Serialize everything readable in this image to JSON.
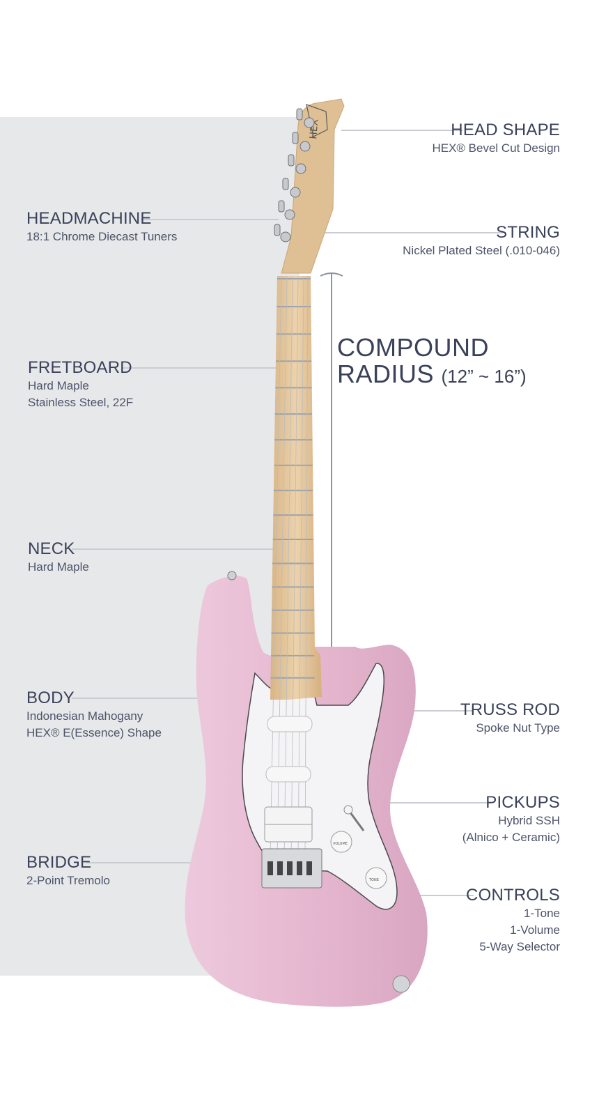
{
  "specs": {
    "head_shape": {
      "title": "HEAD SHAPE",
      "lines": [
        "HEX® Bevel Cut Design"
      ]
    },
    "headmachine": {
      "title": "HEADMACHINE",
      "lines": [
        "18:1 Chrome Diecast Tuners"
      ]
    },
    "string": {
      "title": "STRING",
      "lines": [
        "Nickel Plated Steel (.010-046)"
      ]
    },
    "fretboard": {
      "title": "FRETBOARD",
      "lines": [
        "Hard Maple",
        "Stainless Steel, 22F"
      ]
    },
    "neck": {
      "title": "NECK",
      "lines": [
        "Hard Maple"
      ]
    },
    "body": {
      "title": "BODY",
      "lines": [
        "Indonesian Mahogany",
        "HEX® E(Essence) Shape"
      ]
    },
    "truss_rod": {
      "title": "TRUSS ROD",
      "lines": [
        "Spoke Nut Type"
      ]
    },
    "pickups": {
      "title": "PICKUPS",
      "lines": [
        "Hybrid SSH",
        "(Alnico + Ceramic)"
      ]
    },
    "bridge": {
      "title": "BRIDGE",
      "lines": [
        "2-Point Tremolo"
      ]
    },
    "controls": {
      "title": "CONTROLS",
      "lines": [
        "1-Tone",
        "1-Volume",
        "5-Way Selector"
      ]
    }
  },
  "compound": {
    "line1": "COMPOUND",
    "line2": "RADIUS",
    "range": "(12” ~ 16”)"
  },
  "headstock_logo": "HEX",
  "knob_labels": {
    "volume": "VOLUME",
    "tone": "TONE"
  },
  "colors": {
    "body": "#e7bcd3",
    "maple": "#e8c9a0",
    "pickguard": "#f4f4f6",
    "panel": "#e6e8ea",
    "text": "#3a4158"
  }
}
